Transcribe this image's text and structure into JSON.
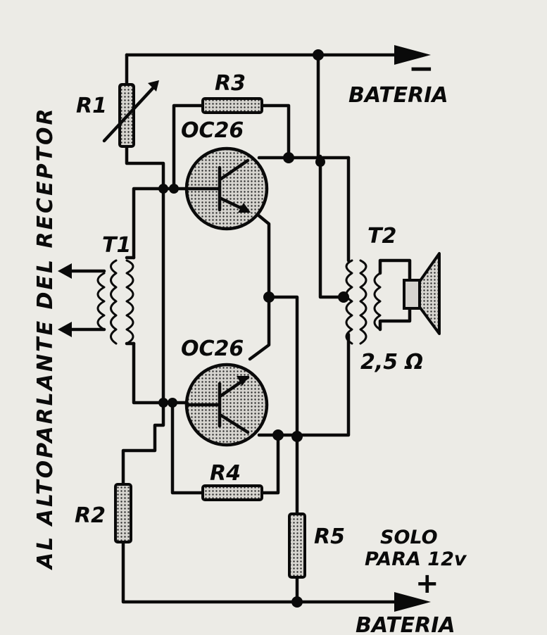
{
  "labels": {
    "r1": "R1",
    "r2": "R2",
    "r3": "R3",
    "r4": "R4",
    "r5": "R5",
    "t1": "T1",
    "t2": "T2",
    "transistor_top": "OC26",
    "transistor_bottom": "OC26",
    "impedance": "2,5 Ω",
    "solo_line1": "SOLO",
    "solo_line2": "PARA 12v",
    "battery_top": "BATERIA",
    "battery_top_sign": "−",
    "battery_bottom": "BATERIA",
    "battery_bottom_sign": "+",
    "side_text": "AL ALTOPARLANTE DEL RECEPTOR"
  },
  "icons": {
    "speaker": "loudspeaker-icon"
  }
}
